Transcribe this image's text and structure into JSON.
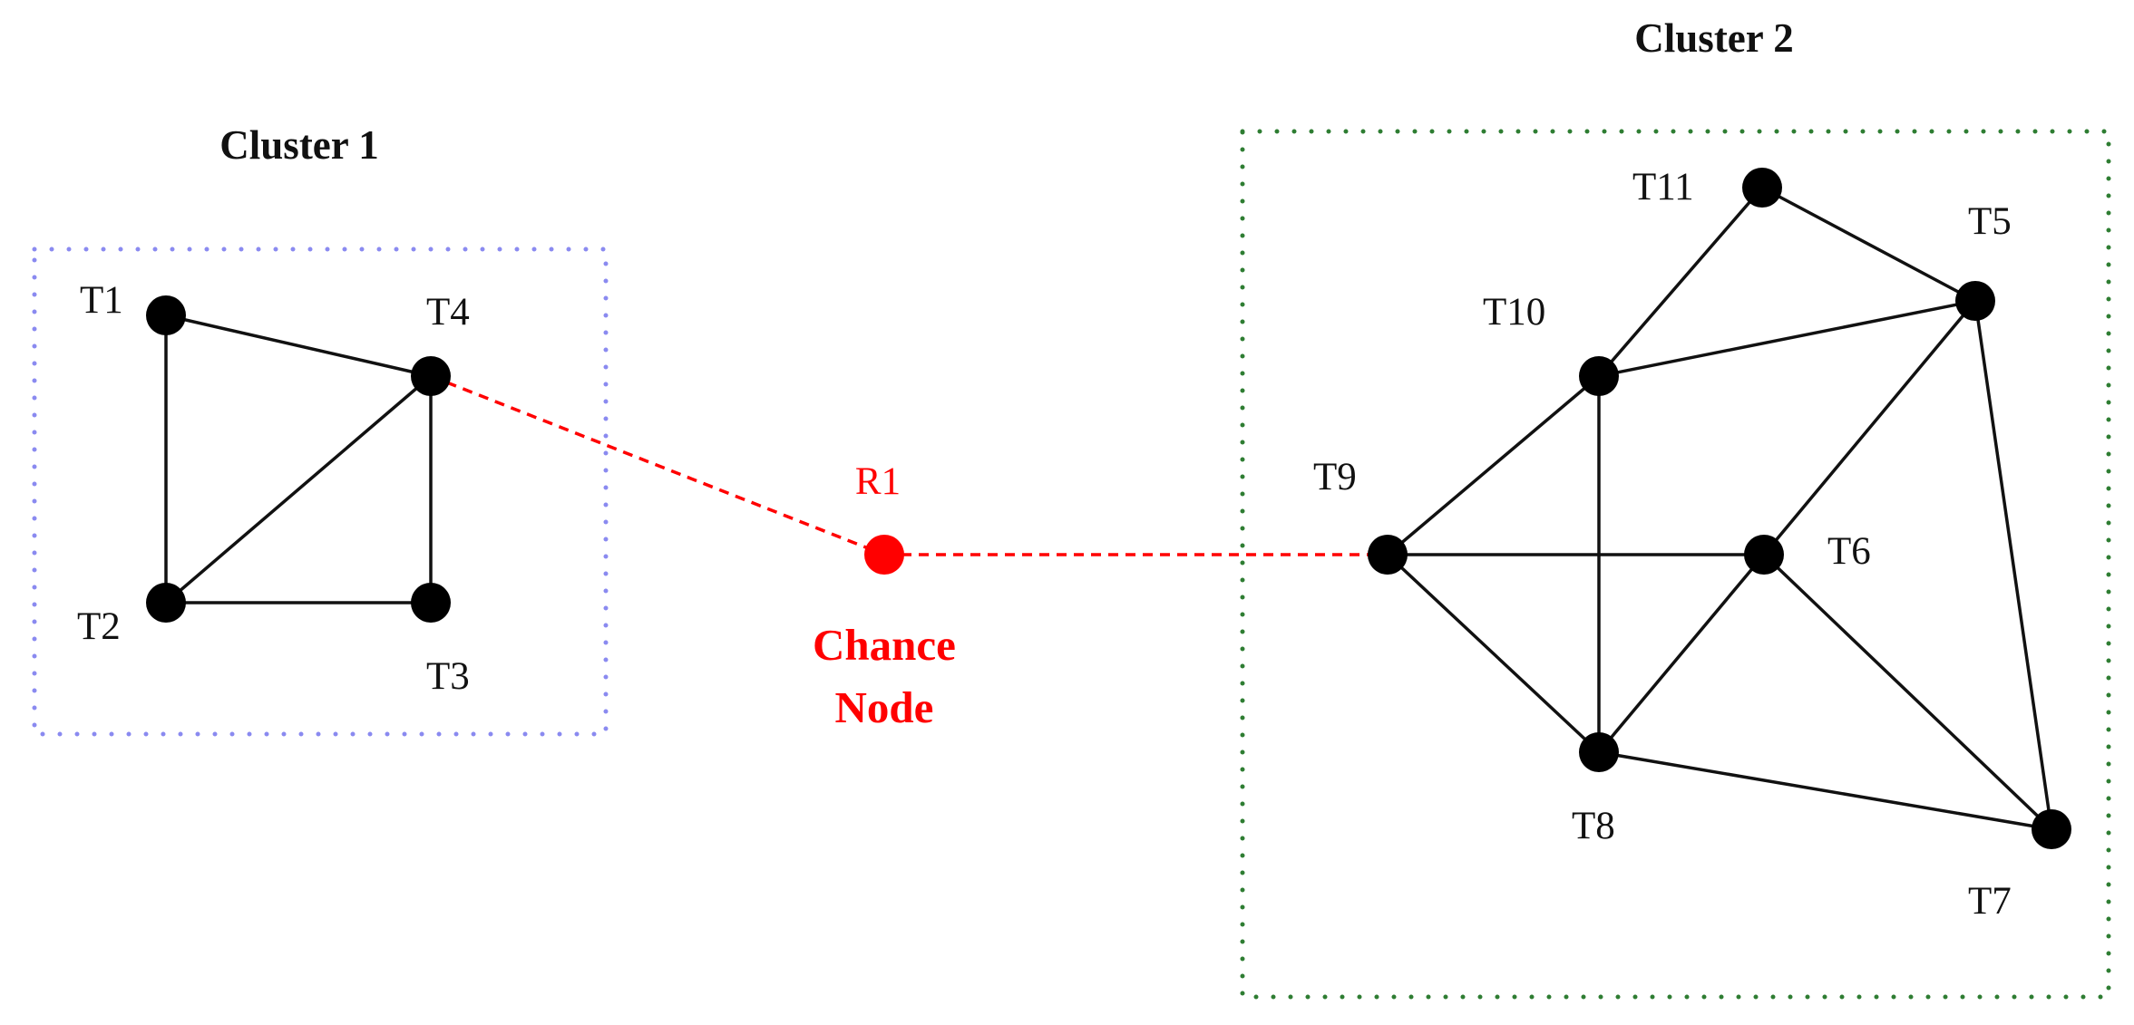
{
  "clusters": [
    {
      "id": "c1",
      "title": "Cluster 1",
      "border_color": "#8a8af0"
    },
    {
      "id": "c2",
      "title": "Cluster 2",
      "border_color": "#2e7d32"
    }
  ],
  "nodes": [
    {
      "id": "T1",
      "label": "T1",
      "cluster": "c1"
    },
    {
      "id": "T2",
      "label": "T2",
      "cluster": "c1"
    },
    {
      "id": "T3",
      "label": "T3",
      "cluster": "c1"
    },
    {
      "id": "T4",
      "label": "T4",
      "cluster": "c1"
    },
    {
      "id": "T5",
      "label": "T5",
      "cluster": "c2"
    },
    {
      "id": "T6",
      "label": "T6",
      "cluster": "c2"
    },
    {
      "id": "T7",
      "label": "T7",
      "cluster": "c2"
    },
    {
      "id": "T8",
      "label": "T8",
      "cluster": "c2"
    },
    {
      "id": "T9",
      "label": "T9",
      "cluster": "c2"
    },
    {
      "id": "T10",
      "label": "T10",
      "cluster": "c2"
    },
    {
      "id": "T11",
      "label": "T11",
      "cluster": "c2"
    }
  ],
  "chance_node": {
    "id": "R1",
    "label": "R1",
    "caption_line1": "Chance",
    "caption_line2": "Node",
    "color": "#ff0000"
  },
  "edges": [
    [
      "T1",
      "T4"
    ],
    [
      "T1",
      "T2"
    ],
    [
      "T2",
      "T4"
    ],
    [
      "T2",
      "T3"
    ],
    [
      "T3",
      "T4"
    ],
    [
      "T11",
      "T10"
    ],
    [
      "T11",
      "T5"
    ],
    [
      "T10",
      "T5"
    ],
    [
      "T10",
      "T9"
    ],
    [
      "T10",
      "T8"
    ],
    [
      "T5",
      "T6"
    ],
    [
      "T5",
      "T7"
    ],
    [
      "T9",
      "T6"
    ],
    [
      "T9",
      "T8"
    ],
    [
      "T8",
      "T6"
    ],
    [
      "T8",
      "T7"
    ],
    [
      "T6",
      "T7"
    ]
  ],
  "dashed_edges": [
    [
      "T4",
      "R1"
    ],
    [
      "R1",
      "T9"
    ]
  ]
}
